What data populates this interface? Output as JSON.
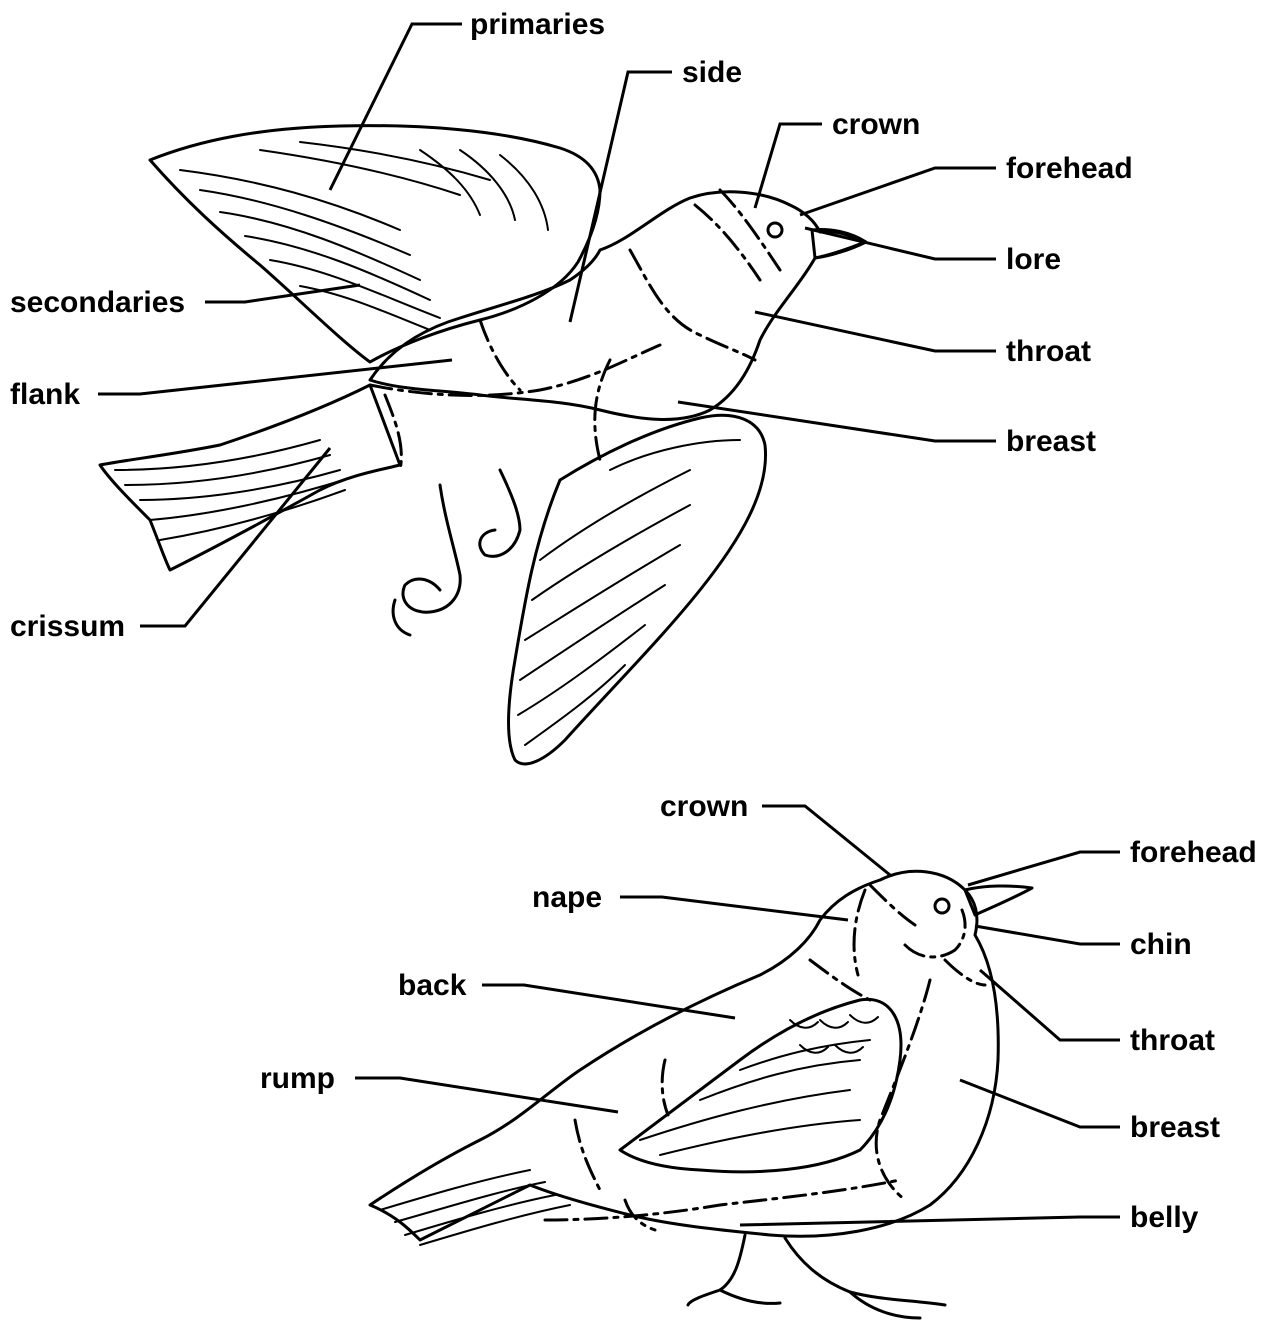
{
  "diagram": {
    "flying_bird": {
      "labels": {
        "primaries": "primaries",
        "side": "side",
        "crown": "crown",
        "forehead": "forehead",
        "lore": "lore",
        "throat": "throat",
        "breast": "breast",
        "secondaries": "secondaries",
        "flank": "flank",
        "crissum": "crissum"
      }
    },
    "perched_bird": {
      "labels": {
        "crown": "crown",
        "forehead": "forehead",
        "nape": "nape",
        "chin": "chin",
        "back": "back",
        "throat": "throat",
        "rump": "rump",
        "breast": "breast",
        "belly": "belly"
      }
    }
  }
}
